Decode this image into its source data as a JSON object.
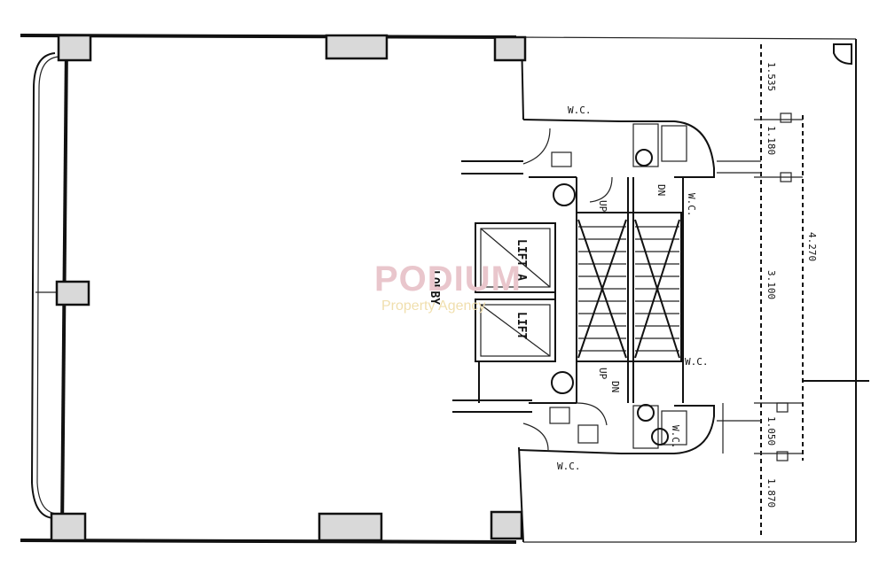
{
  "plan": {
    "lobby_label": "LOBBY",
    "lift_a_label": "LIFT A",
    "lift_b_label": "LIFT",
    "wc_labels": [
      "W.C.",
      "W.C.",
      "W.C.",
      "W.C."
    ],
    "wc_bottom_label": "W.C.",
    "dims_right": [
      "1.535",
      "1.180",
      "3.100",
      "4.270",
      "1.050",
      "1.870"
    ],
    "small_marks": [
      "UP",
      "DN",
      "UP",
      "DN"
    ]
  },
  "watermark": {
    "brand": "PODIUM",
    "tagline": "Property Agency"
  }
}
